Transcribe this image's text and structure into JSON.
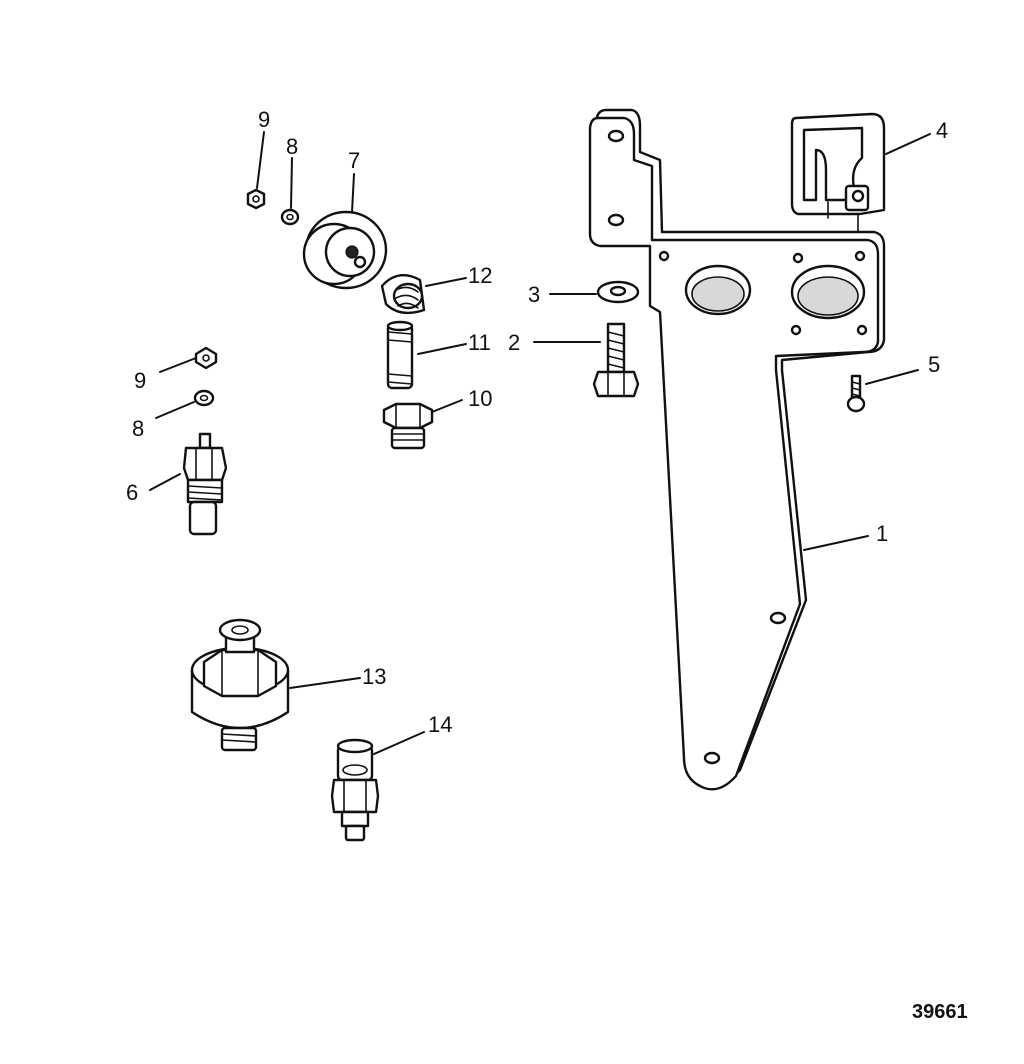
{
  "callouts": {
    "c1": "1",
    "c2": "2",
    "c3": "3",
    "c4": "4",
    "c5": "5",
    "c6": "6",
    "c7": "7",
    "c8a": "8",
    "c8b": "8",
    "c9a": "9",
    "c9b": "9",
    "c10": "10",
    "c11": "11",
    "c12": "12",
    "c13": "13",
    "c14": "14"
  },
  "figure_number": "39661"
}
